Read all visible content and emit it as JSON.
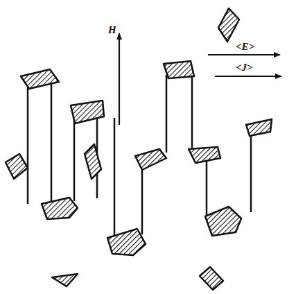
{
  "diagram": {
    "labels": [
      "H",
      "<E>",
      "<J>"
    ]
  }
}
